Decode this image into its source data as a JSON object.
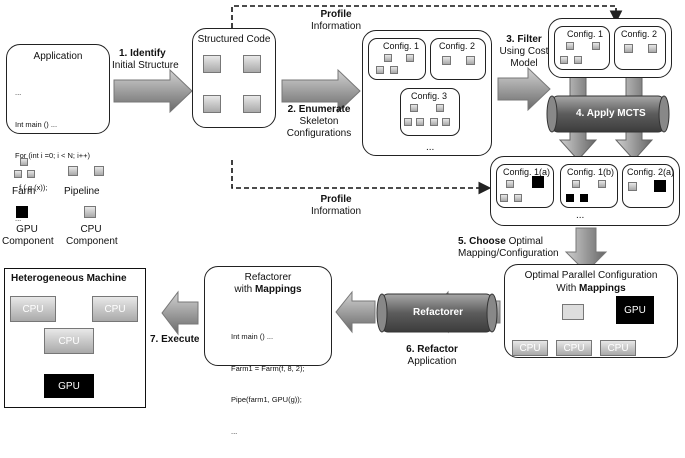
{
  "application_box": {
    "title": "Application",
    "code": [
      "...",
      "Int main () ...",
      "For (int i =0; i < N; i++)",
      "  f ( g (x));",
      "..."
    ]
  },
  "structured_box": {
    "title": "Structured Code"
  },
  "steps": {
    "identify_num": "1. Identify",
    "identify_rest": "Initial Structure",
    "enumerate_num": "2. Enumerate",
    "enumerate_l2": "Skeleton",
    "enumerate_l3": "Configurations",
    "filter_num": "3. Filter",
    "filter_l2": "Using Cost",
    "filter_l3": "Model",
    "mcts": "4. Apply MCTS",
    "choose_num": "5. Choose",
    "choose_rest": "Optimal",
    "choose_l2": "Mapping/Configuration",
    "refactor_num": "6. Refactor",
    "refactor_l2": "Application",
    "execute": "7. Execute"
  },
  "profile": {
    "label": "Profile",
    "label2": "Information"
  },
  "configs_box": {
    "c1": "Config. 1",
    "c2": "Config. 2",
    "c3": "Config. 3",
    "ellipsis": "..."
  },
  "filtered_box": {
    "c1": "Config. 1",
    "c2": "Config. 2"
  },
  "mcts_box": {
    "c1a": "Config. 1(a)",
    "c1b": "Config. 1(b)",
    "c2a": "Config. 2(a)",
    "ellipsis": "..."
  },
  "legend": {
    "farm": "Farm",
    "pipeline": "Pipeline",
    "gpu_l1": "GPU",
    "gpu_l2": "Component",
    "cpu_l1": "CPU",
    "cpu_l2": "Component"
  },
  "optimal_box": {
    "title_l1": "Optimal Parallel  Configuration",
    "title_l2_pre": "With ",
    "title_l2_bold": "Mappings",
    "gpu": "GPU",
    "cpus": [
      "CPU",
      "CPU",
      "CPU"
    ]
  },
  "refactorer": {
    "label": "Refactorer"
  },
  "refactorer_box": {
    "title_l1": "Refactorer",
    "title_l2_pre": "with ",
    "title_l2_bold": "Mappings",
    "code": [
      "Int main () ...",
      "Farm1 = Farm(f, 8, 2);",
      "Pipe(farm1, GPU(g));",
      "..."
    ]
  },
  "machine_box": {
    "title": "Heterogeneous Machine",
    "cpus": [
      "CPU",
      "CPU",
      "CPU"
    ],
    "gpu": "GPU"
  },
  "colors": {
    "cpu_light": "#e8e8e8",
    "cpu_dark": "#a9a9a9",
    "gpu": "#000000",
    "arrow_light": "#c8c8c8",
    "arrow_dark": "#5a5a5a"
  }
}
